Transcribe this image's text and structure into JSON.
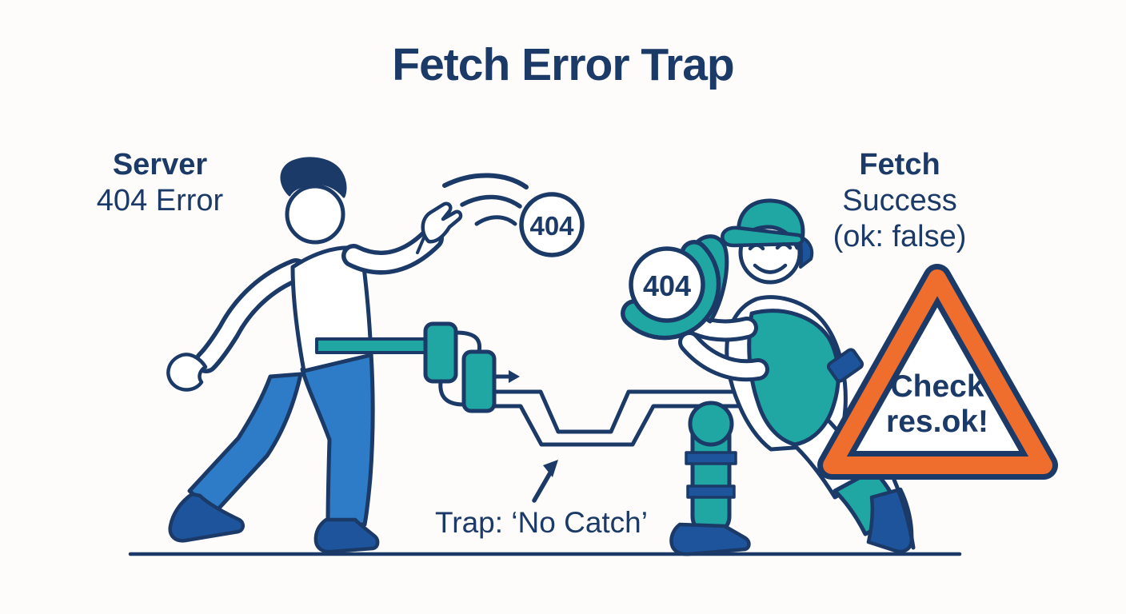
{
  "title": "Fetch Error Trap",
  "server_label": {
    "title": "Server",
    "subtitle": "404 Error"
  },
  "fetch_label": {
    "title": "Fetch",
    "subtitle": "Success",
    "note": "(ok: false)"
  },
  "thrown_ball": {
    "value": "404"
  },
  "caught_ball": {
    "value": "404"
  },
  "warning_sign": {
    "line1": "Check",
    "line2": "res.ok!"
  },
  "trap_label": "Trap: ‘No Catch’",
  "colors": {
    "navy": "#1b3a68",
    "teal": "#21a7a3",
    "pants_blue": "#2e7cc7",
    "dark_blue": "#1d549c",
    "orange": "#f06e2d",
    "background": "#fdfcfa"
  }
}
